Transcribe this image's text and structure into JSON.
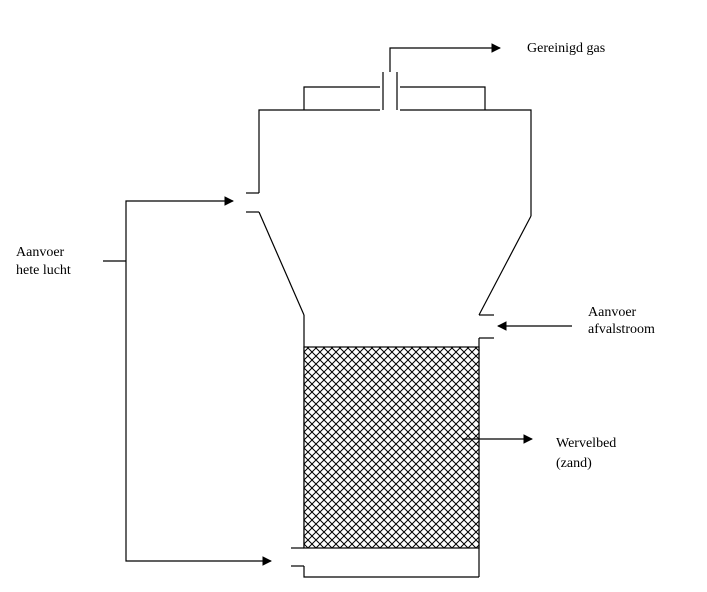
{
  "labels": {
    "purified_gas": "Gereinigd gas",
    "hot_air_line1": "Aanvoer",
    "hot_air_line2": "hete lucht",
    "waste_line1": "Aanvoer",
    "waste_line2": "afvalstroom",
    "bed_line1": "Wervelbed",
    "bed_line2": "(zand)"
  },
  "colors": {
    "stroke": "#000000",
    "background": "#ffffff",
    "bed_fill": "#ffffff",
    "bed_hatch": "#000000"
  }
}
